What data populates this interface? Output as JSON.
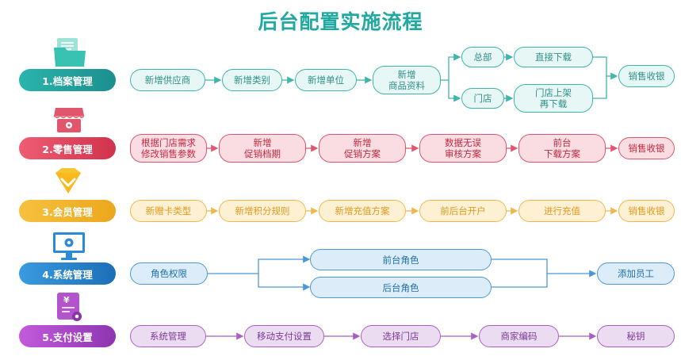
{
  "title": "后台配置实施流程",
  "colors": {
    "r1": "#3fb5ab",
    "r2": "#e0566e",
    "r3": "#f0b84c",
    "r4": "#4c98d6",
    "r5": "#a861c1"
  },
  "rows": [
    {
      "label": "1.档案管理",
      "icon": "file-folder-icon",
      "steps": [
        "新增供应商",
        "新增类别",
        "新增单位",
        "新增\n商品资料",
        "总部",
        "直接下载",
        "门店",
        "门店上架\n再下载",
        "销售收银"
      ]
    },
    {
      "label": "2.零售管理",
      "icon": "store-icon",
      "steps": [
        "根据门店需求\n修改销售参数",
        "新增\n促销档期",
        "新增\n促销方案",
        "数据无误\n审核方案",
        "前台\n下载方案",
        "销售收银"
      ]
    },
    {
      "label": "3.会员管理",
      "icon": "diamond-badge-icon",
      "steps": [
        "新赠卡类型",
        "新增积分规则",
        "新增充值方案",
        "前后台开户",
        "进行充值",
        "销售收银"
      ]
    },
    {
      "label": "4.系统管理",
      "icon": "monitor-gear-icon",
      "steps": [
        "角色权限",
        "前台角色",
        "后台角色",
        "添加员工"
      ]
    },
    {
      "label": "5.支付设置",
      "icon": "payment-doc-icon",
      "steps": [
        "系统管理",
        "移动支付设置",
        "选择门店",
        "商家编码",
        "秘钥"
      ]
    }
  ]
}
